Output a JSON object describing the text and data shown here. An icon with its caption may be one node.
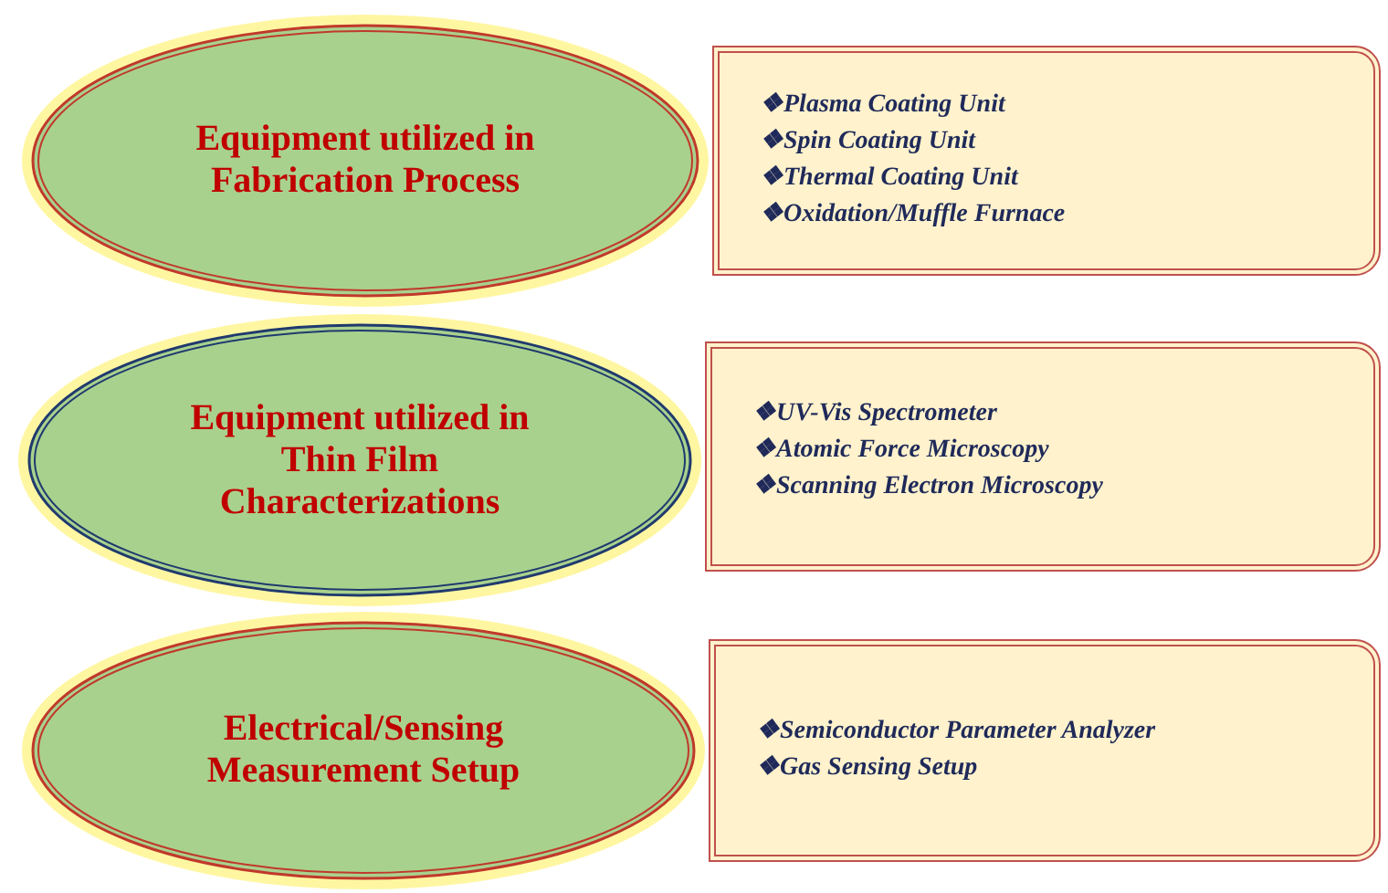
{
  "diagram": {
    "nodes": [
      {
        "text": [
          "Equipment utilized in Fabrication Process"
        ]
      },
      {
        "text": [
          "❖Plasma Coating Unit",
          "❖Spin Coating Unit",
          "❖Thermal Coating Unit",
          "❖Oxidation/Muffle Furnace"
        ]
      },
      {
        "text": [
          "Equipment utilized in Thin Film Characterizations"
        ]
      },
      {
        "text": [
          "❖UV-Vis Spectrometer",
          "❖Atomic Force Microscopy",
          "❖Scanning Electron Microscopy"
        ]
      },
      {
        "text": [
          "Electrical/Sensing Measurement Setup"
        ]
      },
      {
        "text": [
          "❖Semiconductor Parameter Analyzer",
          "❖Gas Sensing Setup"
        ]
      }
    ]
  }
}
